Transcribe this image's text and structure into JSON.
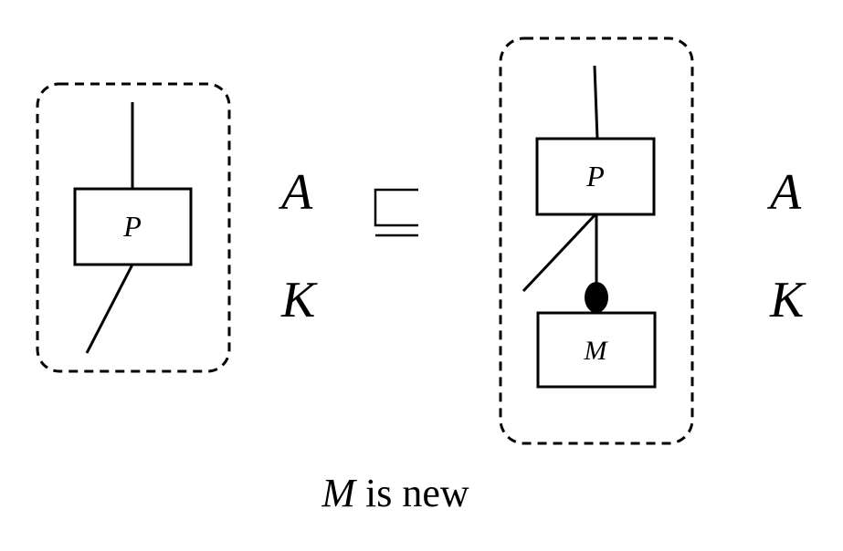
{
  "left_diagram": {
    "box_label": "P",
    "right_labels": [
      "A",
      "K"
    ]
  },
  "relation_symbol": "⊑",
  "right_diagram": {
    "upper_box_label": "P",
    "lower_box_label": "M",
    "right_labels": [
      "A",
      "K"
    ]
  },
  "caption": {
    "variable": "M",
    "text": "is new"
  }
}
